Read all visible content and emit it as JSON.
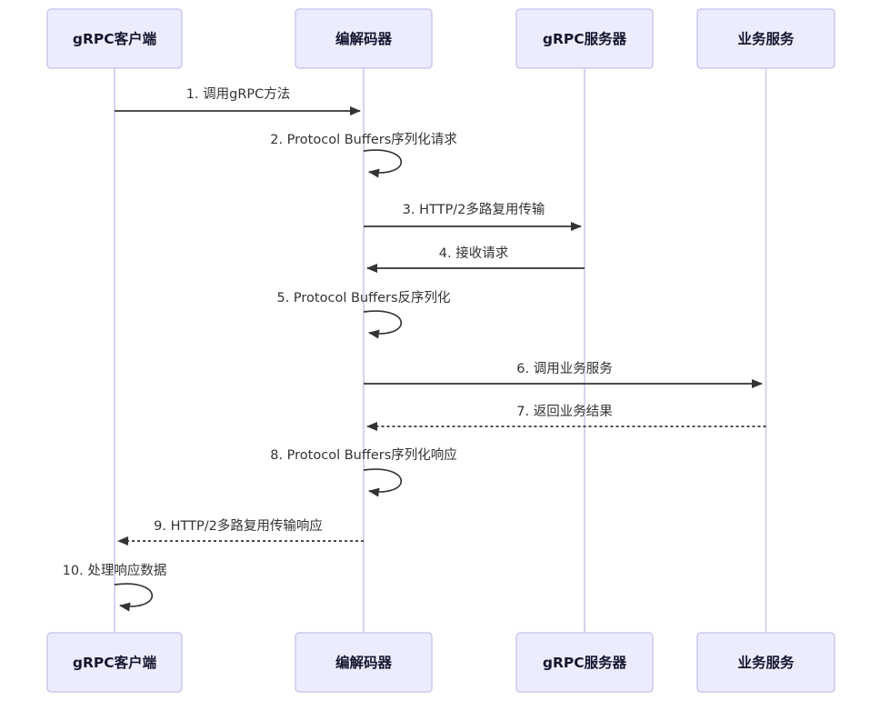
{
  "diagram": {
    "type": "sequence-diagram",
    "topic": "gRPC request/response flow",
    "colors": {
      "background": "#ffffff",
      "actor_fill": "#ECECFF",
      "actor_border": "#CFC7ED",
      "lifeline": "#D5CDEE",
      "arrow": "#333333",
      "text": "#333333"
    },
    "actors": [
      {
        "id": "grpc-client",
        "label": "gRPC客户端"
      },
      {
        "id": "codec",
        "label": "编解码器"
      },
      {
        "id": "grpc-server",
        "label": "gRPC服务器"
      },
      {
        "id": "business-service",
        "label": "业务服务"
      }
    ],
    "messages": [
      {
        "seq": 1,
        "label": "1. 调用gRPC方法",
        "from": "grpc-client",
        "to": "codec",
        "style": "solid"
      },
      {
        "seq": 2,
        "label": "2. Protocol Buffers序列化请求",
        "from": "codec",
        "to": "codec",
        "style": "self"
      },
      {
        "seq": 3,
        "label": "3. HTTP/2多路复用传输",
        "from": "codec",
        "to": "grpc-server",
        "style": "solid"
      },
      {
        "seq": 4,
        "label": "4. 接收请求",
        "from": "grpc-server",
        "to": "codec",
        "style": "solid"
      },
      {
        "seq": 5,
        "label": "5. Protocol Buffers反序列化",
        "from": "codec",
        "to": "codec",
        "style": "self"
      },
      {
        "seq": 6,
        "label": "6. 调用业务服务",
        "from": "codec",
        "to": "business-service",
        "style": "solid"
      },
      {
        "seq": 7,
        "label": "7. 返回业务结果",
        "from": "business-service",
        "to": "codec",
        "style": "dashed"
      },
      {
        "seq": 8,
        "label": "8. Protocol Buffers序列化响应",
        "from": "codec",
        "to": "codec",
        "style": "self"
      },
      {
        "seq": 9,
        "label": "9. HTTP/2多路复用传输响应",
        "from": "codec",
        "to": "grpc-client",
        "style": "dashed"
      },
      {
        "seq": 10,
        "label": "10. 处理响应数据",
        "from": "grpc-client",
        "to": "grpc-client",
        "style": "self"
      }
    ]
  }
}
